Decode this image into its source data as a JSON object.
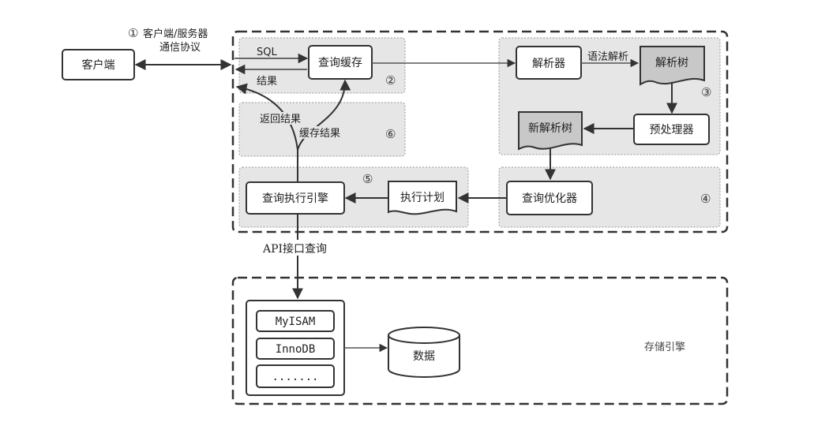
{
  "client": {
    "label": "客户端"
  },
  "protocol": {
    "marker": "①",
    "line1": "客户端/服务器",
    "line2": "通信协议"
  },
  "query_cache": {
    "label": "查询缓存",
    "marker": "②",
    "sql_label": "SQL",
    "result_label": "结果"
  },
  "parser_section": {
    "marker": "③",
    "parser": "解析器",
    "syntax_label": "语法解析",
    "parse_tree": "解析树",
    "preprocessor": "预处理器",
    "new_parse_tree": "新解析树"
  },
  "optimizer_section": {
    "marker": "④",
    "optimizer": "查询优化器"
  },
  "execution_section": {
    "marker": "⑤",
    "engine": "查询执行引擎",
    "plan": "执行计划"
  },
  "result_section": {
    "marker": "⑥",
    "return_label": "返回结果",
    "cache_label": "缓存结果"
  },
  "api_label": "API接口查询",
  "storage": {
    "title": "存储引擎",
    "engines": [
      "MyISAM",
      "InnoDB",
      "......."
    ],
    "data_label": "数据"
  },
  "colors": {
    "panel_fill": "#e6e6e6",
    "doc_fill": "#c8c8c8",
    "stroke": "#333333"
  }
}
